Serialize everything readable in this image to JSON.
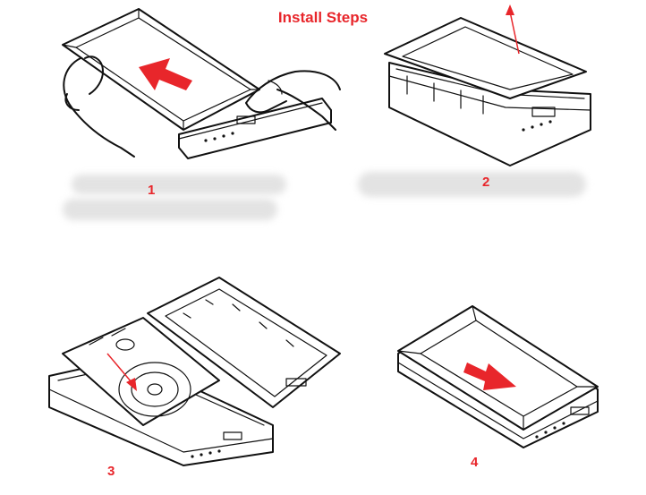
{
  "header": {
    "title": "Install Steps"
  },
  "steps": [
    {
      "number": "1"
    },
    {
      "number": "2"
    },
    {
      "number": "3"
    },
    {
      "number": "4"
    }
  ],
  "colors": {
    "accent": "#e8262b",
    "line": "#111111"
  },
  "icons": [
    "slide-arrow-icon",
    "lift-arrow-icon",
    "insert-arrow-icon",
    "close-arrow-icon"
  ]
}
